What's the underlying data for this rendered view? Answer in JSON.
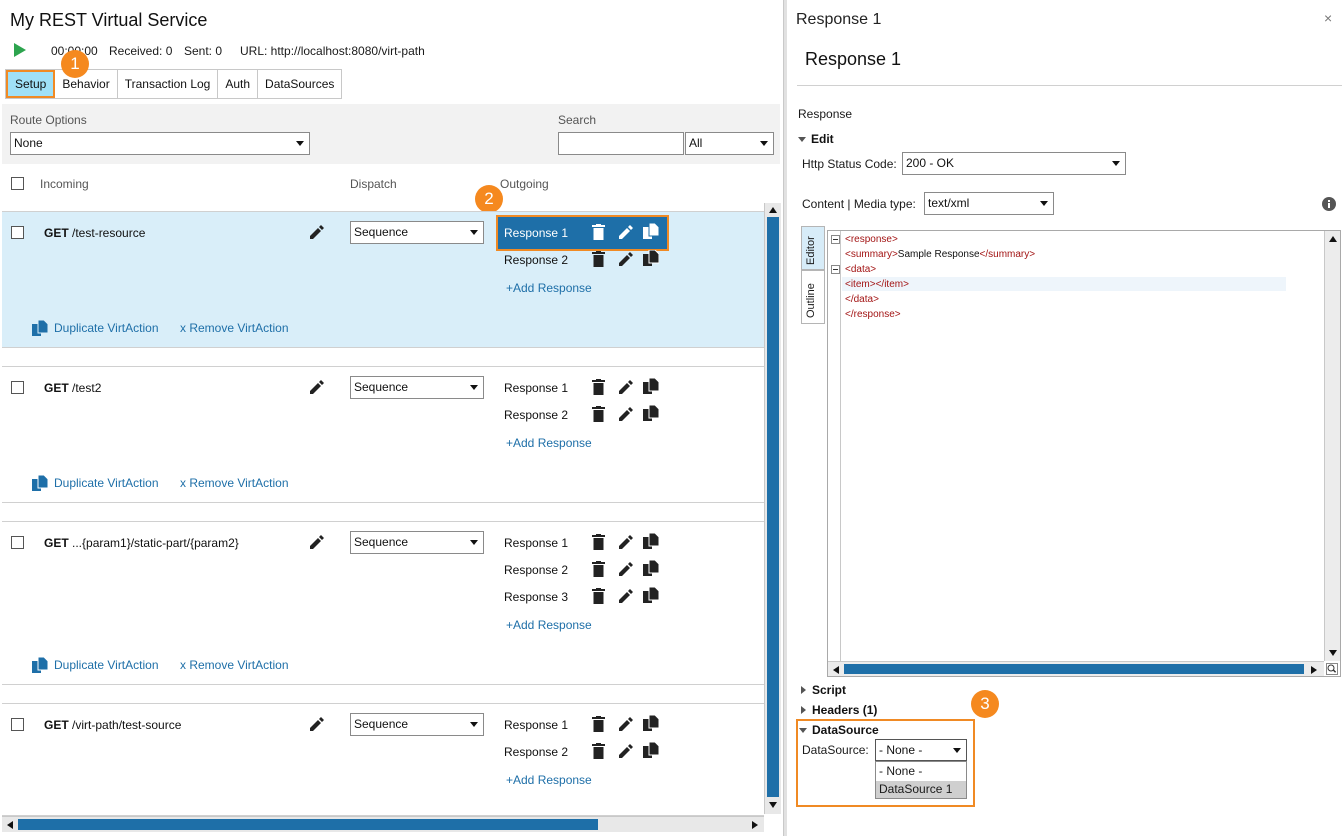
{
  "service": {
    "title": "My REST Virtual Service",
    "timer": "00:00:00",
    "received": "Received: 0",
    "sent": "Sent: 0",
    "url": "URL: http://localhost:8080/virt-path"
  },
  "tabs": [
    "Setup",
    "Behavior",
    "Transaction Log",
    "Auth",
    "DataSources"
  ],
  "badges": [
    "1",
    "2",
    "3"
  ],
  "filters": {
    "route_options_label": "Route Options",
    "route_options_value": "None",
    "search_label": "Search",
    "search_value": "",
    "search_scope": "All"
  },
  "table": {
    "headers": [
      "Incoming",
      "Dispatch",
      "Outgoing"
    ],
    "rows": [
      {
        "method": "GET",
        "path": "/test-resource",
        "dispatch": "Sequence",
        "responses": [
          "Response 1",
          "Response 2"
        ],
        "add": "+Add Response",
        "duplicate": "Duplicate VirtAction",
        "remove": "x Remove VirtAction"
      },
      {
        "method": "GET",
        "path": "/test2",
        "dispatch": "Sequence",
        "responses": [
          "Response 1",
          "Response 2"
        ],
        "add": "+Add Response",
        "duplicate": "Duplicate VirtAction",
        "remove": "x Remove VirtAction"
      },
      {
        "method": "GET",
        "path": "...{param1}/static-part/{param2}",
        "dispatch": "Sequence",
        "responses": [
          "Response 1",
          "Response 2",
          "Response 3"
        ],
        "add": "+Add Response",
        "duplicate": "Duplicate VirtAction",
        "remove": "x Remove VirtAction"
      },
      {
        "method": "GET",
        "path": "/virt-path/test-source",
        "dispatch": "Sequence",
        "responses": [
          "Response 1",
          "Response 2"
        ],
        "add": "+Add Response"
      }
    ]
  },
  "detail": {
    "window_title": "Response 1",
    "heading": "Response 1",
    "section": "Response",
    "edit": "Edit",
    "status_label": "Http Status Code:",
    "status_value": "200 - OK",
    "content_label": "Content | Media type:",
    "media_type": "text/xml",
    "editor_tabs": [
      "Editor",
      "Outline"
    ],
    "xml": {
      "l1": "<response>",
      "l2a": "<summary>",
      "l2b": "Sample Response",
      "l2c": "</summary>",
      "l3": "<data>",
      "l4a": "<item>",
      "l4b": "</item>",
      "l5": "</data>",
      "l6": "</response>"
    },
    "script": "Script",
    "headers": "Headers (1)",
    "datasource": "DataSource",
    "datasource_label": "DataSource:",
    "datasource_value": "- None -",
    "datasource_options": [
      "- None -",
      "DataSource 1"
    ]
  },
  "colors": {
    "accent_orange": "#f5891f",
    "selected_blue": "#1e6fa8",
    "tab_active": "#9fe0f7"
  }
}
